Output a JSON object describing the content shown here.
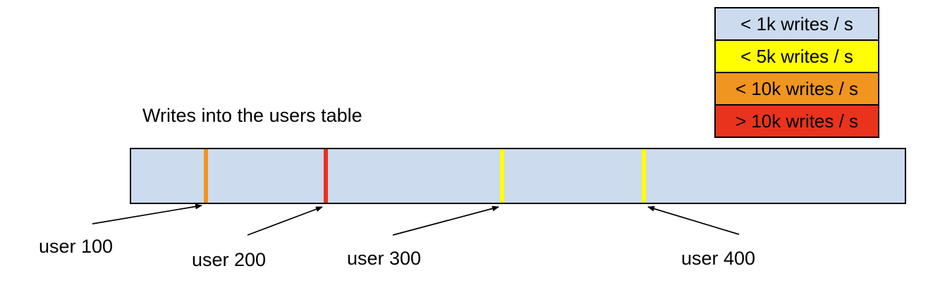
{
  "title": "Writes into the users table",
  "legend": {
    "items": [
      {
        "label": "< 1k writes / s",
        "color": "#ccdbee"
      },
      {
        "label": "< 5k writes / s",
        "color": "#ffff00"
      },
      {
        "label": "< 10k writes / s",
        "color": "#f0951f"
      },
      {
        "label": "> 10k writes / s",
        "color": "#e9331c"
      }
    ]
  },
  "bar": {
    "fill": "#ccdbee",
    "border_color": "#000000"
  },
  "markers": [
    {
      "label": "user 100",
      "color": "#f0951f",
      "rate": "< 10k writes / s"
    },
    {
      "label": "user 200",
      "color": "#e9331c",
      "rate": "> 10k writes / s"
    },
    {
      "label": "user 300",
      "color": "#ffff00",
      "rate": "< 5k writes / s"
    },
    {
      "label": "user 400",
      "color": "#ffff00",
      "rate": "< 5k writes / s"
    }
  ]
}
